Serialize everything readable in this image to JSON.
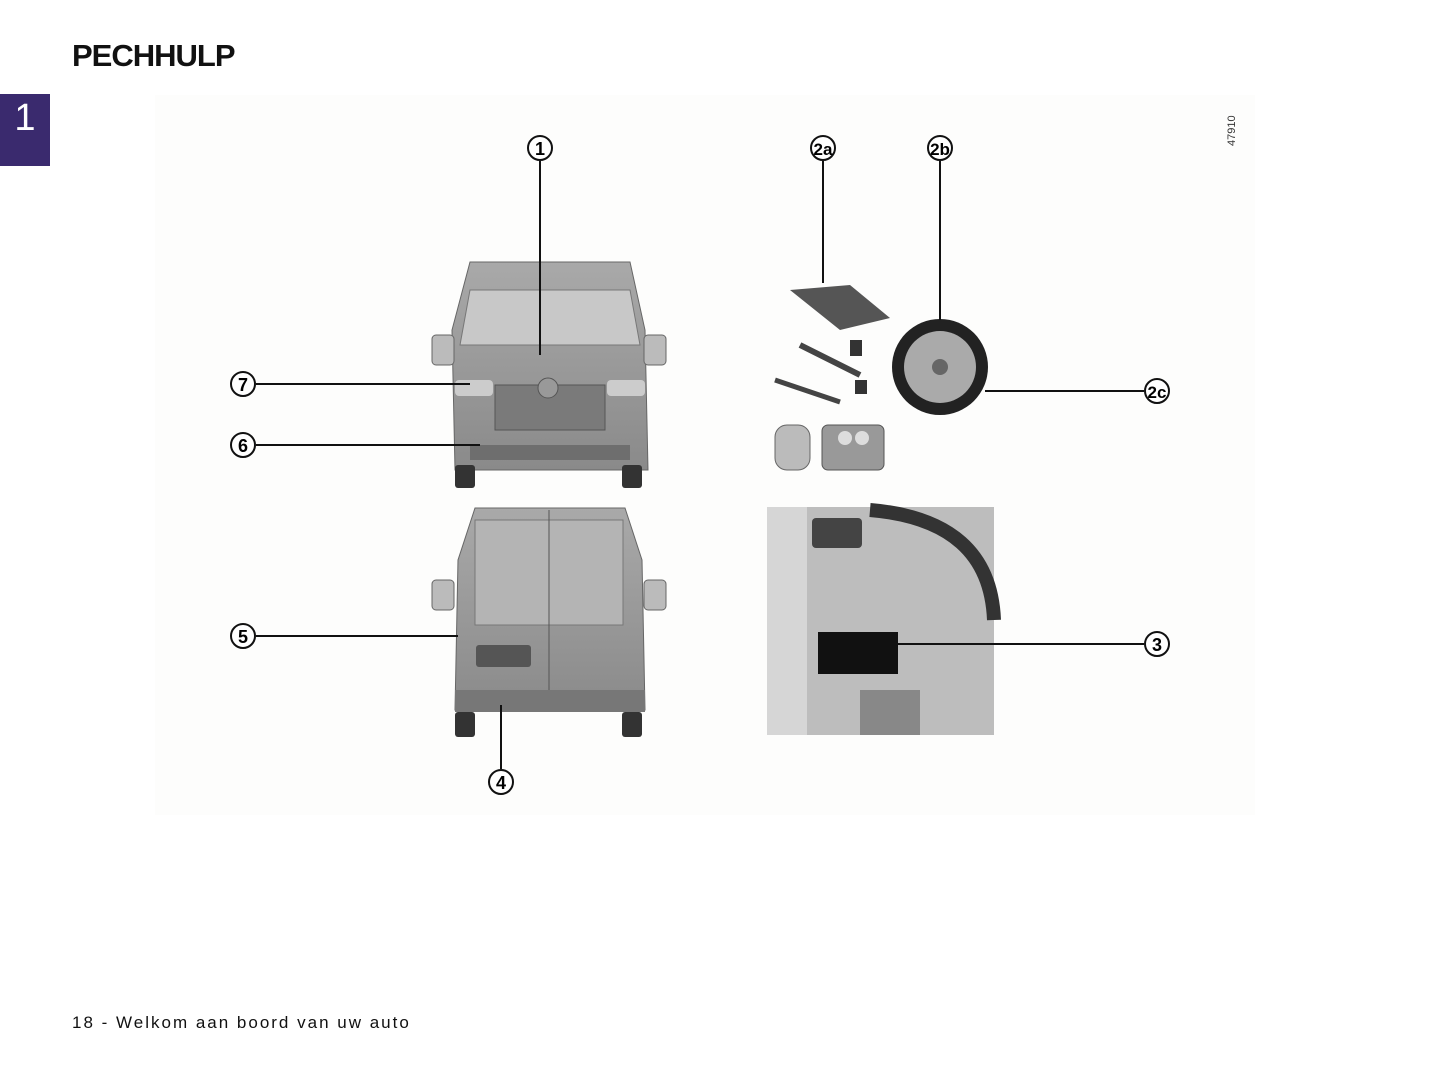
{
  "header": {
    "title": "PECHHULP"
  },
  "chapter_tab": {
    "number": "1"
  },
  "figure": {
    "reference_number": "47910",
    "callouts": [
      "1",
      "2a",
      "2b",
      "2c",
      "3",
      "4",
      "5",
      "6",
      "7"
    ]
  },
  "footer": {
    "text": "18 - Welkom aan boord van uw auto"
  }
}
